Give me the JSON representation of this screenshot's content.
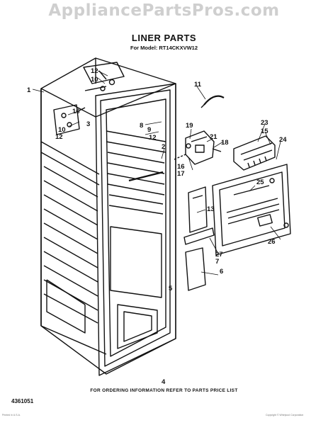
{
  "watermark": "AppliancePartsPros.com",
  "title": "LINER PARTS",
  "subtitle": "For Model: RT14CKXVW12",
  "footer_note": "FOR ORDERING INFORMATION REFER TO PARTS PRICE LIST",
  "doc_number": "4361051",
  "page_mark": "4",
  "fine_print_left": "Printed in U.S.A.",
  "fine_print_right": "Copyright © Whirlpool Corporation",
  "callouts": {
    "c1": "1",
    "c2": "2",
    "c3": "3",
    "c4": "4",
    "c5": "5",
    "c6": "6",
    "c7": "7",
    "c8": "8",
    "c9": "9",
    "c10a": "10",
    "c10b": "10",
    "c11": "11",
    "c12a": "12",
    "c12b": "12",
    "c12c": "12",
    "c13": "13",
    "c15": "15",
    "c16a": "16",
    "c16b": "16",
    "c17": "17",
    "c18": "18",
    "c19": "19",
    "c21": "21",
    "c23": "23",
    "c24": "24",
    "c25": "25",
    "c26": "26",
    "c27": "27"
  }
}
